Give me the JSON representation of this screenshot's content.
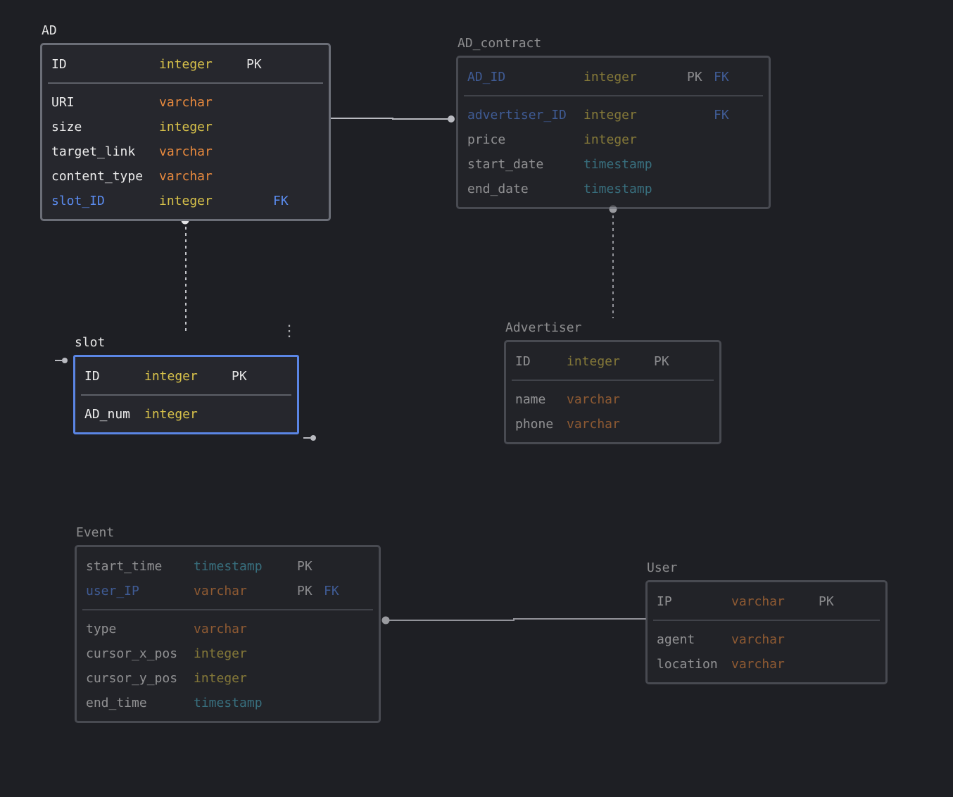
{
  "colors": {
    "background": "#1e1f24",
    "table_bg": "#26272d",
    "border": "#6b6e77",
    "selected_border": "#5b86e5",
    "type_integer": "#d8c24a",
    "type_varchar": "#e98a3e",
    "type_timestamp": "#4fb2c9",
    "foreign_key": "#5b8cf0",
    "connector": "#b9bac0"
  },
  "tables": {
    "ad": {
      "title": "AD",
      "pk_rows": [
        {
          "name": "ID",
          "type": "integer",
          "pk": "PK",
          "fk": ""
        }
      ],
      "rows": [
        {
          "name": "URI",
          "type": "varchar",
          "pk": "",
          "fk": ""
        },
        {
          "name": "size",
          "type": "integer",
          "pk": "",
          "fk": ""
        },
        {
          "name": "target_link",
          "type": "varchar",
          "pk": "",
          "fk": ""
        },
        {
          "name": "content_type",
          "type": "varchar",
          "pk": "",
          "fk": ""
        },
        {
          "name": "slot_ID",
          "type": "integer",
          "pk": "",
          "fk": "FK"
        }
      ]
    },
    "ad_contract": {
      "title": "AD_contract",
      "pk_rows": [
        {
          "name": "AD_ID",
          "type": "integer",
          "pk": "PK",
          "fk": "FK"
        }
      ],
      "rows": [
        {
          "name": "advertiser_ID",
          "type": "integer",
          "pk": "",
          "fk": "FK"
        },
        {
          "name": "price",
          "type": "integer",
          "pk": "",
          "fk": ""
        },
        {
          "name": "start_date",
          "type": "timestamp",
          "pk": "",
          "fk": ""
        },
        {
          "name": "end_date",
          "type": "timestamp",
          "pk": "",
          "fk": ""
        }
      ]
    },
    "slot": {
      "title": "slot",
      "pk_rows": [
        {
          "name": "ID",
          "type": "integer",
          "pk": "PK",
          "fk": ""
        }
      ],
      "rows": [
        {
          "name": "AD_num",
          "type": "integer",
          "pk": "",
          "fk": ""
        }
      ]
    },
    "advertiser": {
      "title": "Advertiser",
      "pk_rows": [
        {
          "name": "ID",
          "type": "integer",
          "pk": "PK",
          "fk": ""
        }
      ],
      "rows": [
        {
          "name": "name",
          "type": "varchar",
          "pk": "",
          "fk": ""
        },
        {
          "name": "phone",
          "type": "varchar",
          "pk": "",
          "fk": ""
        }
      ]
    },
    "event": {
      "title": "Event",
      "pk_rows": [
        {
          "name": "start_time",
          "type": "timestamp",
          "pk": "PK",
          "fk": ""
        },
        {
          "name": "user_IP",
          "type": "varchar",
          "pk": "PK",
          "fk": "FK"
        }
      ],
      "rows": [
        {
          "name": "type",
          "type": "varchar",
          "pk": "",
          "fk": ""
        },
        {
          "name": "cursor_x_pos",
          "type": "integer",
          "pk": "",
          "fk": ""
        },
        {
          "name": "cursor_y_pos",
          "type": "integer",
          "pk": "",
          "fk": ""
        },
        {
          "name": "end_time",
          "type": "timestamp",
          "pk": "",
          "fk": ""
        }
      ]
    },
    "user": {
      "title": "User",
      "pk_rows": [
        {
          "name": "IP",
          "type": "varchar",
          "pk": "PK",
          "fk": ""
        }
      ],
      "rows": [
        {
          "name": "agent",
          "type": "varchar",
          "pk": "",
          "fk": ""
        },
        {
          "name": "location",
          "type": "varchar",
          "pk": "",
          "fk": ""
        }
      ]
    }
  },
  "relationships": [
    {
      "from": "ad",
      "to": "ad_contract",
      "style": "solid"
    },
    {
      "from": "ad",
      "to": "slot",
      "style": "dashed"
    },
    {
      "from": "ad_contract",
      "to": "advertiser",
      "style": "dashed"
    },
    {
      "from": "event",
      "to": "user",
      "style": "solid"
    }
  ],
  "menu_glyph": "⋮"
}
